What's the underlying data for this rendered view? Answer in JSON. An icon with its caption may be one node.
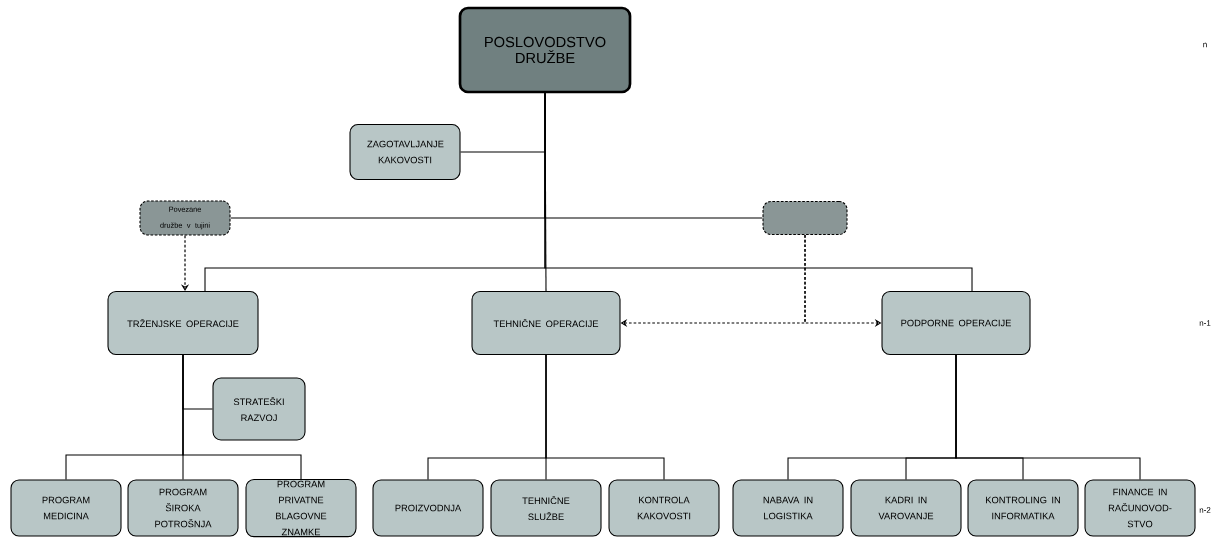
{
  "diagram": {
    "nodes": [
      {
        "text": [
          "POSLOVODSTVO DRUŽBE"
        ]
      },
      {
        "text": [
          "ZAGOTAVLJANJE KAKOVOSTI"
        ]
      },
      {
        "text": [
          "Povezane družbe v tujini"
        ]
      },
      {
        "text": [],
        "shape": "box"
      },
      {
        "text": [
          "TRŽENJSKE OPERACIJE"
        ]
      },
      {
        "text": [
          "TEHNIČNE OPERACIJE"
        ]
      },
      {
        "text": [
          "PODPORNE OPERACIJE"
        ]
      },
      {
        "text": [
          "STRATEŠKI RAZVOJ"
        ]
      },
      {
        "text": [
          "PROGRAM MEDICINA"
        ]
      },
      {
        "text": [
          "PROGRAM ŠIROKA POTROŠNJA"
        ]
      },
      {
        "text": [
          "PROGRAM PRIVATNE BLAGOVNE ZNAMKE"
        ]
      },
      {
        "text": [
          "PROIZVODNJA"
        ]
      },
      {
        "text": [
          "TEHNIČNE SLUŽBE"
        ]
      },
      {
        "text": [
          "KONTROLA KAKOVOSTI"
        ]
      },
      {
        "text": [
          "NABAVA IN LOGISTIKA"
        ]
      },
      {
        "text": [
          "KADRI IN VAROVANJE"
        ]
      },
      {
        "text": [
          "KONTROLING IN INFORMATIKA"
        ]
      },
      {
        "text": [
          "FINANCE IN RAČUNOVOD- STVO"
        ]
      }
    ],
    "edges": [
      {
        "from": 0,
        "to": 1,
        "arrow": "none"
      },
      {
        "from": 0,
        "to": 2,
        "arrow": "none"
      },
      {
        "from": 0,
        "to": 3,
        "arrow": "none"
      },
      {
        "from": 0,
        "to": 4,
        "arrow": "none"
      },
      {
        "from": 0,
        "to": 5,
        "arrow": "none"
      },
      {
        "from": 0,
        "to": 6,
        "arrow": "none"
      },
      {
        "from": 4,
        "to": 7,
        "arrow": "none"
      },
      {
        "from": 4,
        "to": 8,
        "arrow": "none"
      },
      {
        "from": 4,
        "to": 9,
        "arrow": "none"
      },
      {
        "from": 4,
        "to": 10,
        "arrow": "none"
      },
      {
        "from": 5,
        "to": 11,
        "arrow": "none"
      },
      {
        "from": 5,
        "to": 12,
        "arrow": "none"
      },
      {
        "from": 5,
        "to": 13,
        "arrow": "none"
      },
      {
        "from": 6,
        "to": 14,
        "arrow": "none"
      },
      {
        "from": 6,
        "to": 15,
        "arrow": "none"
      },
      {
        "from": 6,
        "to": 16,
        "arrow": "none"
      },
      {
        "from": 6,
        "to": 17,
        "arrow": "none"
      },
      {
        "from": 2,
        "to": 4,
        "arrow": "to",
        "style": "dashed"
      },
      {
        "from": 3,
        "to": 5,
        "arrow": "to",
        "style": "dashed"
      },
      {
        "from": 3,
        "to": 6,
        "arrow": "to",
        "style": "dashed"
      }
    ],
    "labels": [
      "n",
      "n-1",
      "n-2"
    ]
  }
}
